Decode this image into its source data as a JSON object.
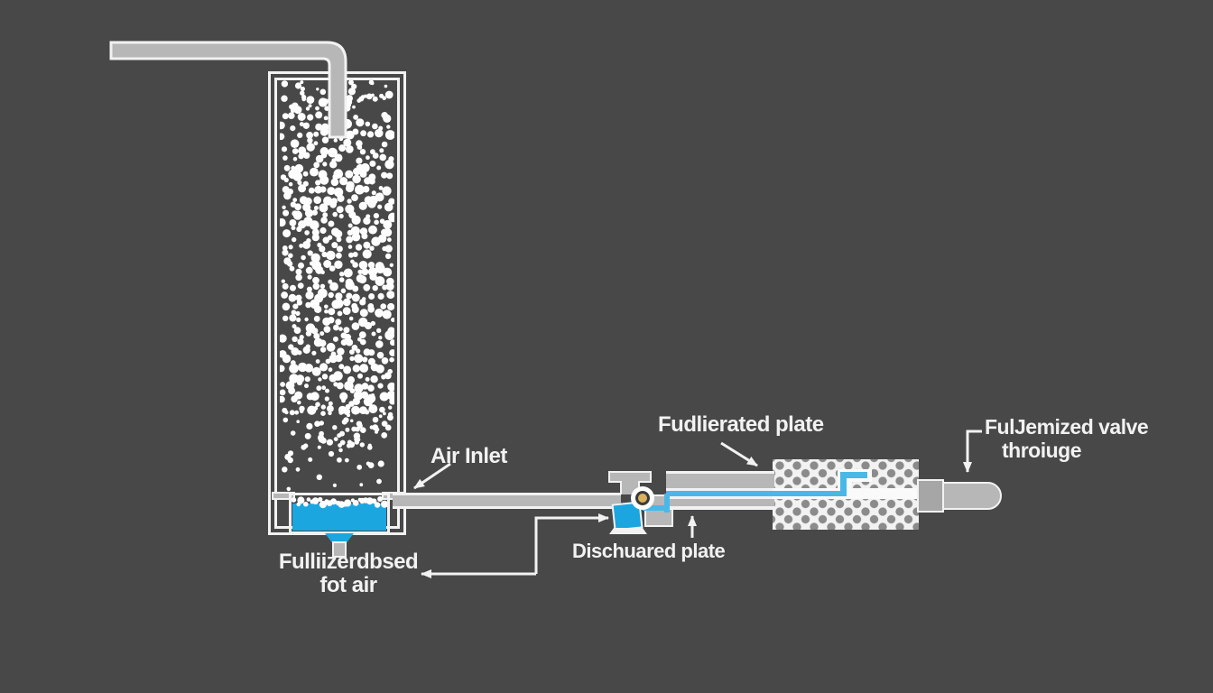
{
  "title": "Fluidized bed system schematic",
  "background_color": "#484848",
  "colors": {
    "outline": "#f2f2f2",
    "pipe_fill": "#b7b7b7",
    "pipe_fill_dark": "#a6a6a6",
    "accent_blue": "#1ca6e0",
    "channel_cyan": "#49b8e8",
    "block_bg": "#f2f2f2",
    "block_dot": "#8b8b8b",
    "ring_center": "#d9b15f",
    "ring_dark": "#3a3a3a",
    "particle_white": "#fdfdfd",
    "label_text": "#f2f2f2"
  },
  "labels": {
    "air_inlet": "Air Inlet",
    "fluidizing_plate": "Fudlierated plate",
    "valve_through_line1": "FulJemized valve",
    "valve_through_line2": "throiuge",
    "discharge_plate": "Dischuared plate",
    "bed_line1": "Fulliizerdbsed",
    "bed_line2": "fot air"
  },
  "components": {
    "feed_pipe": "overhead feed pipe into column",
    "column": "tall fluidized-bed column filled with white particles",
    "liquid_reservoir": "blue liquid at column bottom with drain stem",
    "air_pipe": "horizontal air inlet pipe",
    "valve": "discharge valve with sight ring and blue gate",
    "perforated_block": "perforated plate block with internal channel",
    "outlet": "rounded outlet nozzle"
  },
  "particles": {
    "seed": 7,
    "style": "procedural white particle field"
  }
}
